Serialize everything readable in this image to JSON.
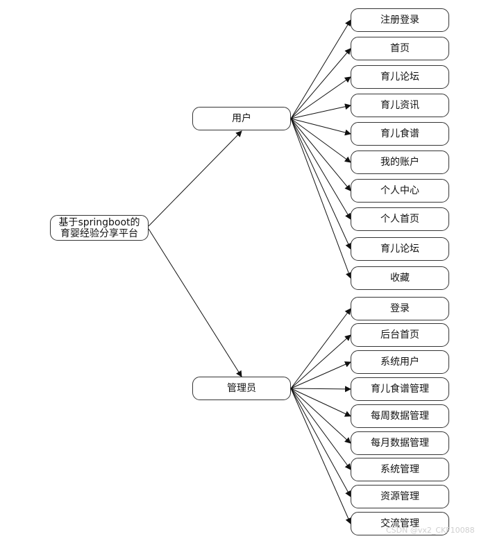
{
  "root": {
    "line1": "基于springboot的",
    "line2": "育婴经验分享平台"
  },
  "user": {
    "label": "用户",
    "children": [
      "注册登录",
      "首页",
      "育儿论坛",
      "育儿资讯",
      "育儿食谱",
      "我的账户",
      "个人中心",
      "个人首页",
      "育儿论坛",
      "收藏"
    ]
  },
  "admin": {
    "label": "管理员",
    "children": [
      "登录",
      "后台首页",
      "系统用户",
      "育儿食谱管理",
      "每周数据管理",
      "每月数据管理",
      "系统管理",
      "资源管理",
      "交流管理"
    ]
  },
  "watermark": "CSDN @vx2_CKF10088",
  "colors": {
    "line": "#111111",
    "box_border": "#333333",
    "watermark": "#cfcfcf"
  }
}
